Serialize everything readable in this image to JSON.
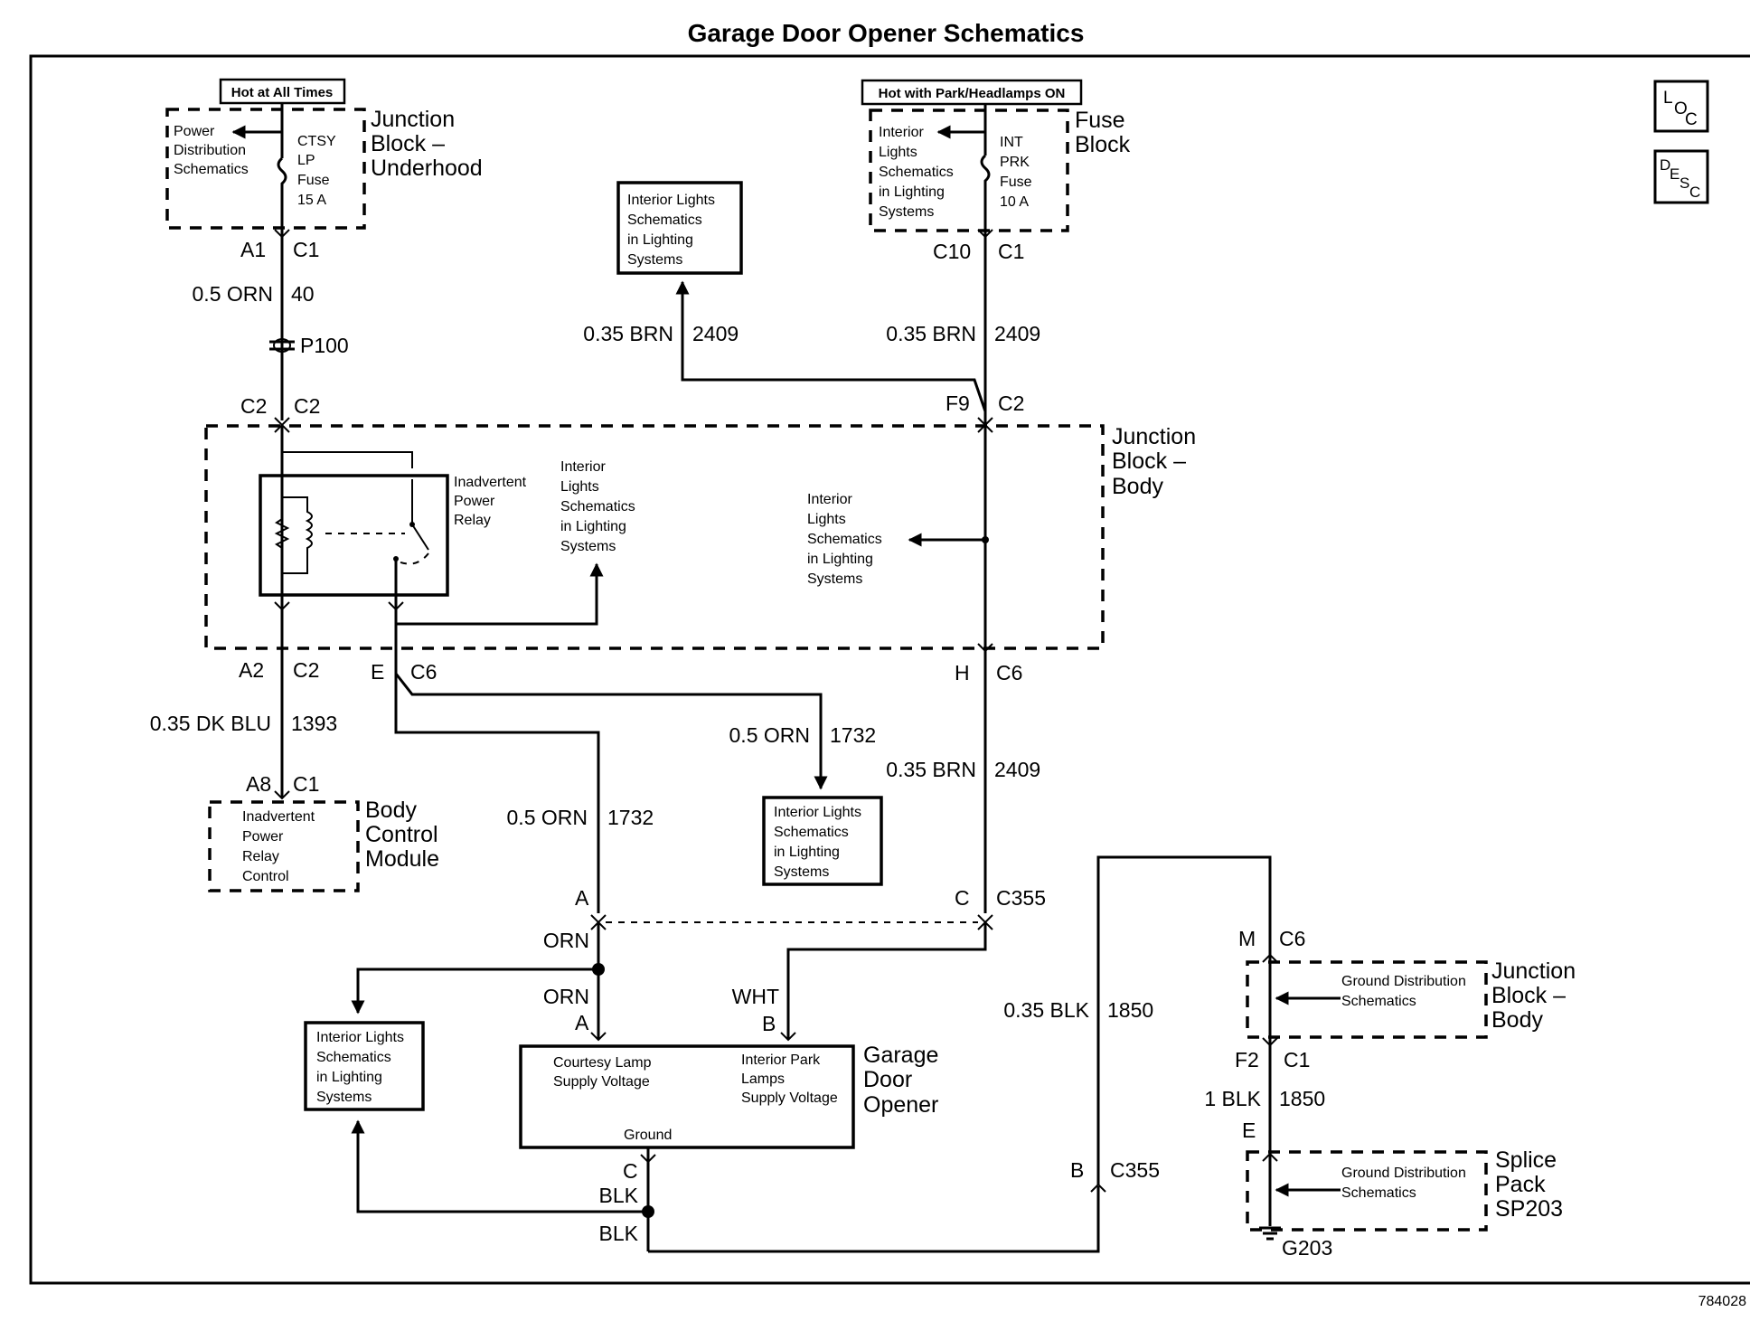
{
  "title": "Garage Door Opener Schematics",
  "figure_id": "784028",
  "corner_icons": {
    "loc": {
      "l1": "L",
      "l2": "O",
      "l3": "C"
    },
    "desc": {
      "l1": "D",
      "l2": "E",
      "l3": "S",
      "l4": "C"
    }
  },
  "power_labels": {
    "hot_all_times": "Hot at All Times",
    "hot_park": "Hot with Park/Headlamps ON"
  },
  "components": {
    "jb_underhood": {
      "l1": "Junction",
      "l2": "Block –",
      "l3": "Underhood"
    },
    "fuse_block": {
      "l1": "Fuse",
      "l2": "Block"
    },
    "jb_body": {
      "l1": "Junction",
      "l2": "Block –",
      "l3": "Body"
    },
    "bcm": {
      "l1": "Body",
      "l2": "Control",
      "l3": "Module"
    },
    "gdo": {
      "l1": "Garage",
      "l2": "Door",
      "l3": "Opener"
    },
    "jb_body2": {
      "l1": "Junction",
      "l2": "Block –",
      "l3": "Body"
    },
    "splice_pack": {
      "l1": "Splice",
      "l2": "Pack",
      "l3": "SP203"
    }
  },
  "fuses": {
    "ctsy": {
      "l1": "CTSY",
      "l2": "LP",
      "l3": "Fuse",
      "l4": "15 A"
    },
    "intprk": {
      "l1": "INT",
      "l2": "PRK",
      "l3": "Fuse",
      "l4": "10 A"
    }
  },
  "refs": {
    "power_dist": {
      "l1": "Power",
      "l2": "Distribution",
      "l3": "Schematics"
    },
    "interior": {
      "l1": "Interior",
      "l2": "Lights",
      "l3": "Schematics",
      "l4": "in Lighting",
      "l5": "Systems"
    },
    "interior_box": {
      "l1": "Interior Lights",
      "l2": "Schematics",
      "l3": "in Lighting",
      "l4": "Systems"
    },
    "ground_dist": {
      "l1": "Ground Distribution",
      "l2": "Schematics"
    }
  },
  "relay": {
    "l1": "Inadvertent",
    "l2": "Power",
    "l3": "Relay"
  },
  "bcm_inner": {
    "l1": "Inadvertent",
    "l2": "Power",
    "l3": "Relay",
    "l4": "Control"
  },
  "gdo_inner": {
    "courtesy1": "Courtesy Lamp",
    "courtesy2": "Supply Voltage",
    "park1": "Interior Park",
    "park2": "Lamps",
    "park3": "Supply Voltage",
    "ground": "Ground"
  },
  "pins": {
    "a1": "A1",
    "c1": "C1",
    "c2": "C2",
    "a2": "A2",
    "e": "E",
    "c6": "C6",
    "h": "H",
    "a8": "A8",
    "c10": "C10",
    "f9": "F9",
    "a": "A",
    "c": "C",
    "c355": "C355",
    "b": "B",
    "m": "M",
    "f2": "F2",
    "p100": "P100",
    "g203": "G203"
  },
  "wires": {
    "orn05": "0.5 ORN",
    "n40": "40",
    "brn035": "0.35 BRN",
    "n2409": "2409",
    "dkblu": "0.35 DK BLU",
    "n1393": "1393",
    "n1732": "1732",
    "orn": "ORN",
    "wht": "WHT",
    "blk": "BLK",
    "blk035": "0.35 BLK",
    "n1850": "1850",
    "blk1": "1 BLK"
  }
}
